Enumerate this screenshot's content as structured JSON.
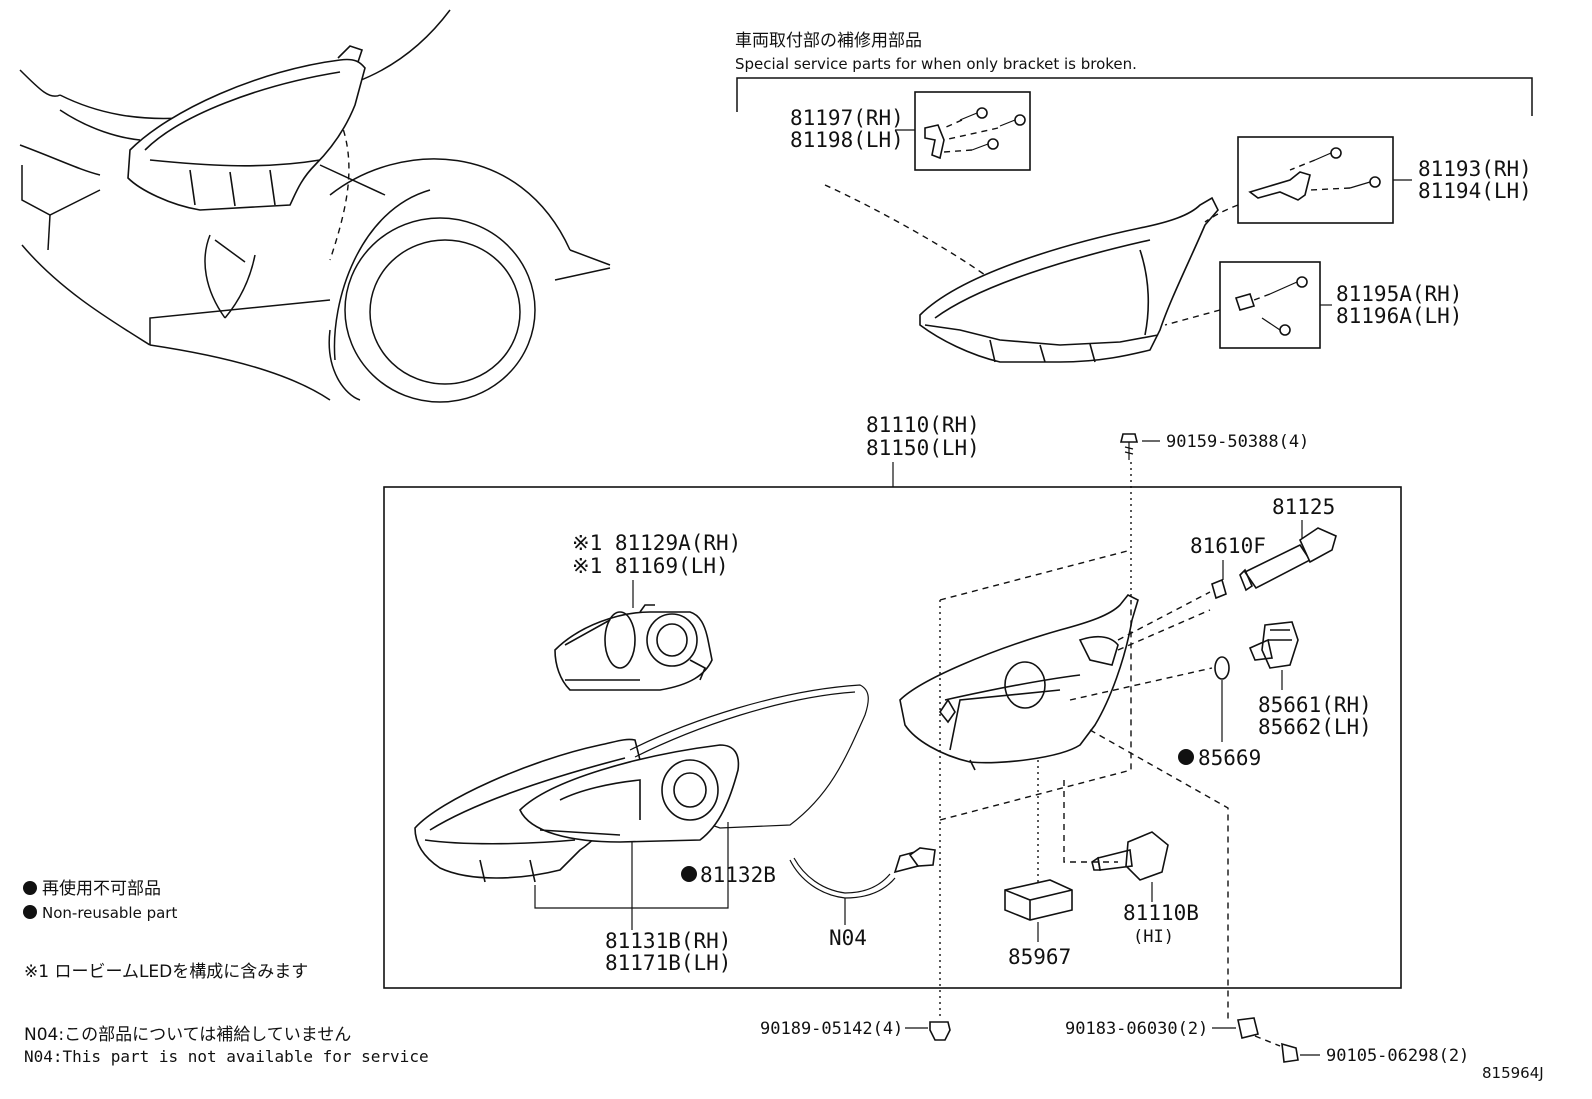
{
  "header": {
    "service_parts_jp": "車両取付部の補修用部品",
    "service_parts_en": "Special service parts for when only bracket is broken."
  },
  "bracket_parts": {
    "p81197": "81197(RH)",
    "p81198": "81198(LH)",
    "p81193": "81193(RH)",
    "p81194": "81194(LH)",
    "p81195a": "81195A(RH)",
    "p81196a": "81196A(LH)"
  },
  "assembly": {
    "p81110": "81110(RH)",
    "p81150": "81150(LH)"
  },
  "parts": {
    "p90159": "90159-50388(4)",
    "p81125": "81125",
    "p81610f": "81610F",
    "p81129a": "※1 81129A(RH)",
    "p81169": "※1 81169(LH)",
    "p85661": "85661(RH)",
    "p85662": "85662(LH)",
    "p85669": "85669",
    "p81132b": "81132B",
    "p81131b": "81131B(RH)",
    "p81171b": "81171B(LH)",
    "n04": "N04",
    "p85967": "85967",
    "p81110b": "81110B",
    "p81110b_sub": "(HI)",
    "p90189": "90189-05142(4)",
    "p90183": "90183-06030(2)",
    "p90105": "90105-06298(2)"
  },
  "legend": {
    "nonreusable_jp": "再使用不可部品",
    "nonreusable_en": "Non-reusable part",
    "note1": "※1 ロービームLEDを構成に含みます",
    "n04_jp": "N04:この部品については補給していません",
    "n04_en": "N04:This part is not available for service"
  },
  "diagram_id": "815964J"
}
